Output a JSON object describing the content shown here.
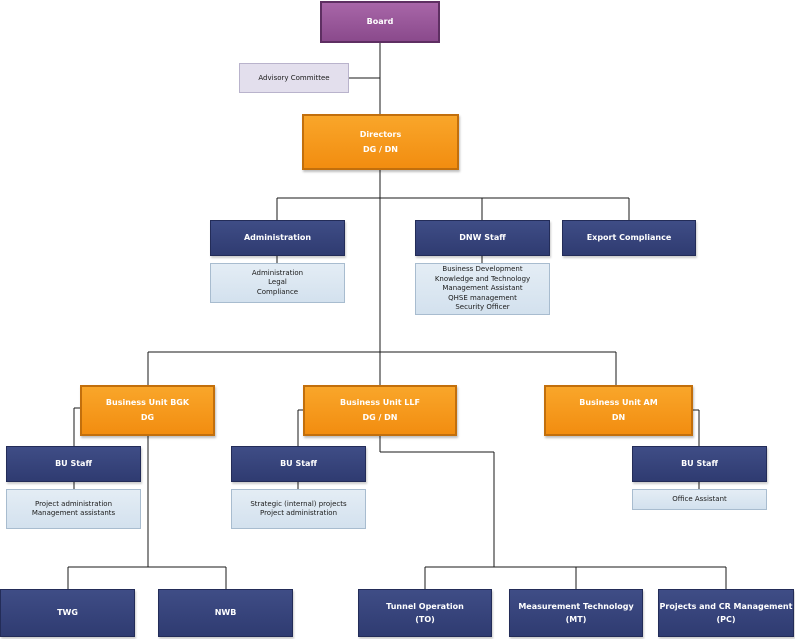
{
  "board": {
    "label": "Board"
  },
  "advisory": {
    "label": "Advisory Committee"
  },
  "directors": {
    "title": "Directors",
    "sub": "DG / DN"
  },
  "administration": {
    "title": "Administration",
    "items": [
      "Administration",
      "Legal",
      "Compliance"
    ]
  },
  "dnw_staff": {
    "title": "DNW Staff",
    "items": [
      "Business Development",
      "Knowledge and Technology",
      "Management Assistant",
      "QHSE management",
      "Security Officer"
    ]
  },
  "export_compliance": {
    "title": "Export Compliance"
  },
  "bu_bgk": {
    "title": "Business Unit BGK",
    "sub": "DG",
    "staff_title": "BU Staff",
    "staff_items": [
      "Project administration",
      "Management assistants"
    ]
  },
  "bu_llf": {
    "title": "Business Unit LLF",
    "sub": "DG / DN",
    "staff_title": "BU Staff",
    "staff_items": [
      "Strategic (internal) projects",
      "Project administration"
    ]
  },
  "bu_am": {
    "title": "Business Unit AM",
    "sub": "DN",
    "staff_title": "BU Staff",
    "staff_items": [
      "Office Assistant"
    ]
  },
  "teams": {
    "twg": {
      "title": "TWG"
    },
    "nwb": {
      "title": "NWB"
    },
    "to": {
      "title": "Tunnel Operation",
      "sub": "(TO)"
    },
    "mt": {
      "title": "Measurement Technology",
      "sub": "(MT)"
    },
    "pc": {
      "title": "Projects and CR Management",
      "sub": "(PC)"
    }
  }
}
